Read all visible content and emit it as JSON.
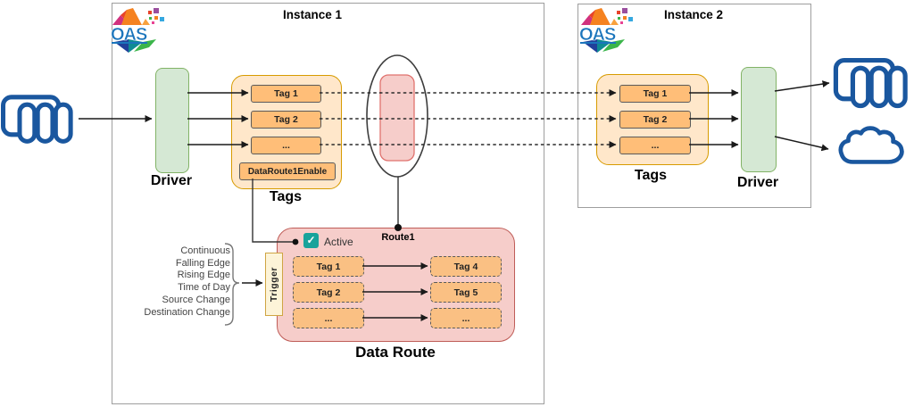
{
  "logo_text": "OAS",
  "instance1": {
    "title": "Instance 1",
    "driver_label": "Driver",
    "tags_label": "Tags",
    "tags": [
      "Tag 1",
      "Tag 2",
      "..."
    ],
    "enable_tag": "DataRoute1Enable",
    "route_name": "Route1",
    "data_route": {
      "label": "Data Route",
      "active_label": "Active",
      "check_glyph": "✓",
      "source_tags": [
        "Tag 1",
        "Tag 2",
        "..."
      ],
      "dest_tags": [
        "Tag 4",
        "Tag 5",
        "..."
      ],
      "trigger_label": "Trigger",
      "trigger_types": [
        "Continuous",
        "Falling Edge",
        "Rising Edge",
        "Time of Day",
        "Source Change",
        "Destination Change"
      ]
    }
  },
  "instance2": {
    "title": "Instance 2",
    "tags_label": "Tags",
    "driver_label": "Driver",
    "tags": [
      "Tag 1",
      "Tag 2",
      "..."
    ]
  },
  "icons": {
    "left_device": "plc-device-icon",
    "right_device": "plc-device-icon",
    "cloud": "cloud-icon",
    "logo": "oas-logo",
    "checkbox": "active-checkbox"
  },
  "colors": {
    "device_blue": "#1a579f",
    "driver_fill": "#d5e8d4",
    "driver_stroke": "#82b366",
    "tags_fill": "#ffe7ca",
    "tags_stroke": "#d79b00",
    "tag_box_fill": "#ffbe78",
    "route_fill": "#f6cdca",
    "route_stroke": "#bf5d58",
    "trigger_fill": "#fdf4d8",
    "trigger_stroke": "#cfa543",
    "checkbox_teal": "#17a39b",
    "instance_border": "#9e9e9e"
  }
}
